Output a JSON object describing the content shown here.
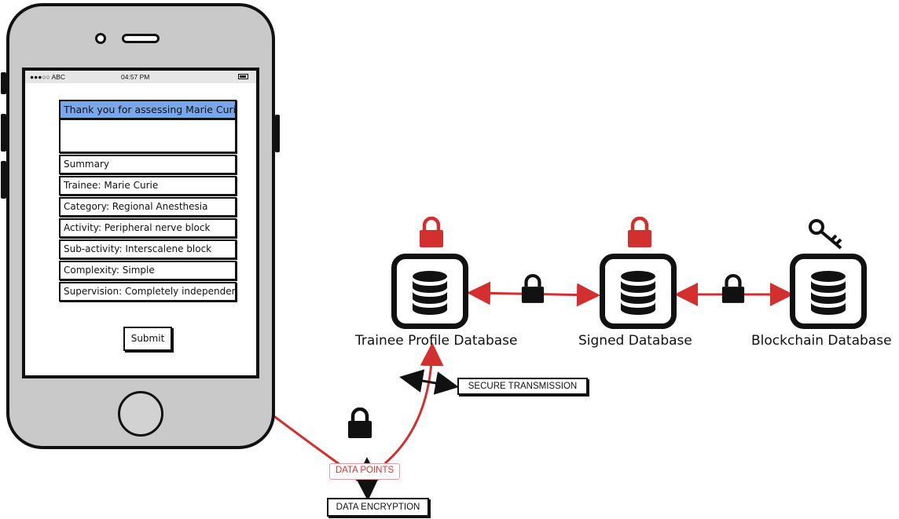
{
  "phone": {
    "status_left": "●●●○○ ABC",
    "status_time": "04:57 PM",
    "form": {
      "header": "Thank you for assessing Marie Curie",
      "rows": [
        "Summary",
        "Trainee: Marie Curie",
        "Category: Regional Anesthesia",
        "Activity: Peripheral nerve block",
        "Sub-activity: Interscalene block",
        "Complexity: Simple",
        "Supervision: Completely independent"
      ],
      "submit_label": "Submit"
    }
  },
  "databases": {
    "trainee": "Trainee Profile Database",
    "signed": "Signed Database",
    "blockchain": "Blockchain Database"
  },
  "labels": {
    "secure_transmission": "SECURE TRANSMISSION",
    "data_points": "DATA POINTS",
    "data_encryption": "DATA ENCRYPTION"
  },
  "colors": {
    "accent_red": "#d32f2f",
    "header_blue": "#7aa7e8",
    "phone_gray": "#c9c9c9"
  }
}
